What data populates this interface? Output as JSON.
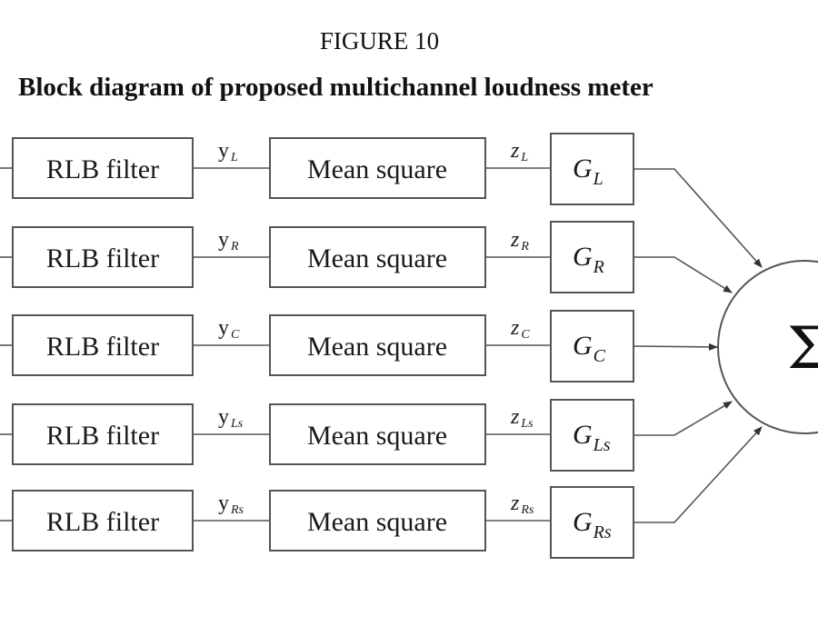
{
  "figure_label": "FIGURE 10",
  "figure_title": "Block diagram of proposed multichannel loudness meter",
  "filter_label": "RLB filter",
  "mean_square_label": "Mean square",
  "sum_symbol": "Σ",
  "channels": [
    {
      "y_main": "y",
      "y_sub": "L",
      "z_main": "z",
      "z_sub": "L",
      "g_main": "G",
      "g_sub": "L"
    },
    {
      "y_main": "y",
      "y_sub": "R",
      "z_main": "z",
      "z_sub": "R",
      "g_main": "G",
      "g_sub": "R"
    },
    {
      "y_main": "y",
      "y_sub": "C",
      "z_main": "z",
      "z_sub": "C",
      "g_main": "G",
      "g_sub": "C"
    },
    {
      "y_main": "y",
      "y_sub": "Ls",
      "z_main": "z",
      "z_sub": "Ls",
      "g_main": "G",
      "g_sub": "Ls"
    },
    {
      "y_main": "y",
      "y_sub": "Rs",
      "z_main": "z",
      "z_sub": "Rs",
      "g_main": "G",
      "g_sub": "Rs"
    }
  ]
}
